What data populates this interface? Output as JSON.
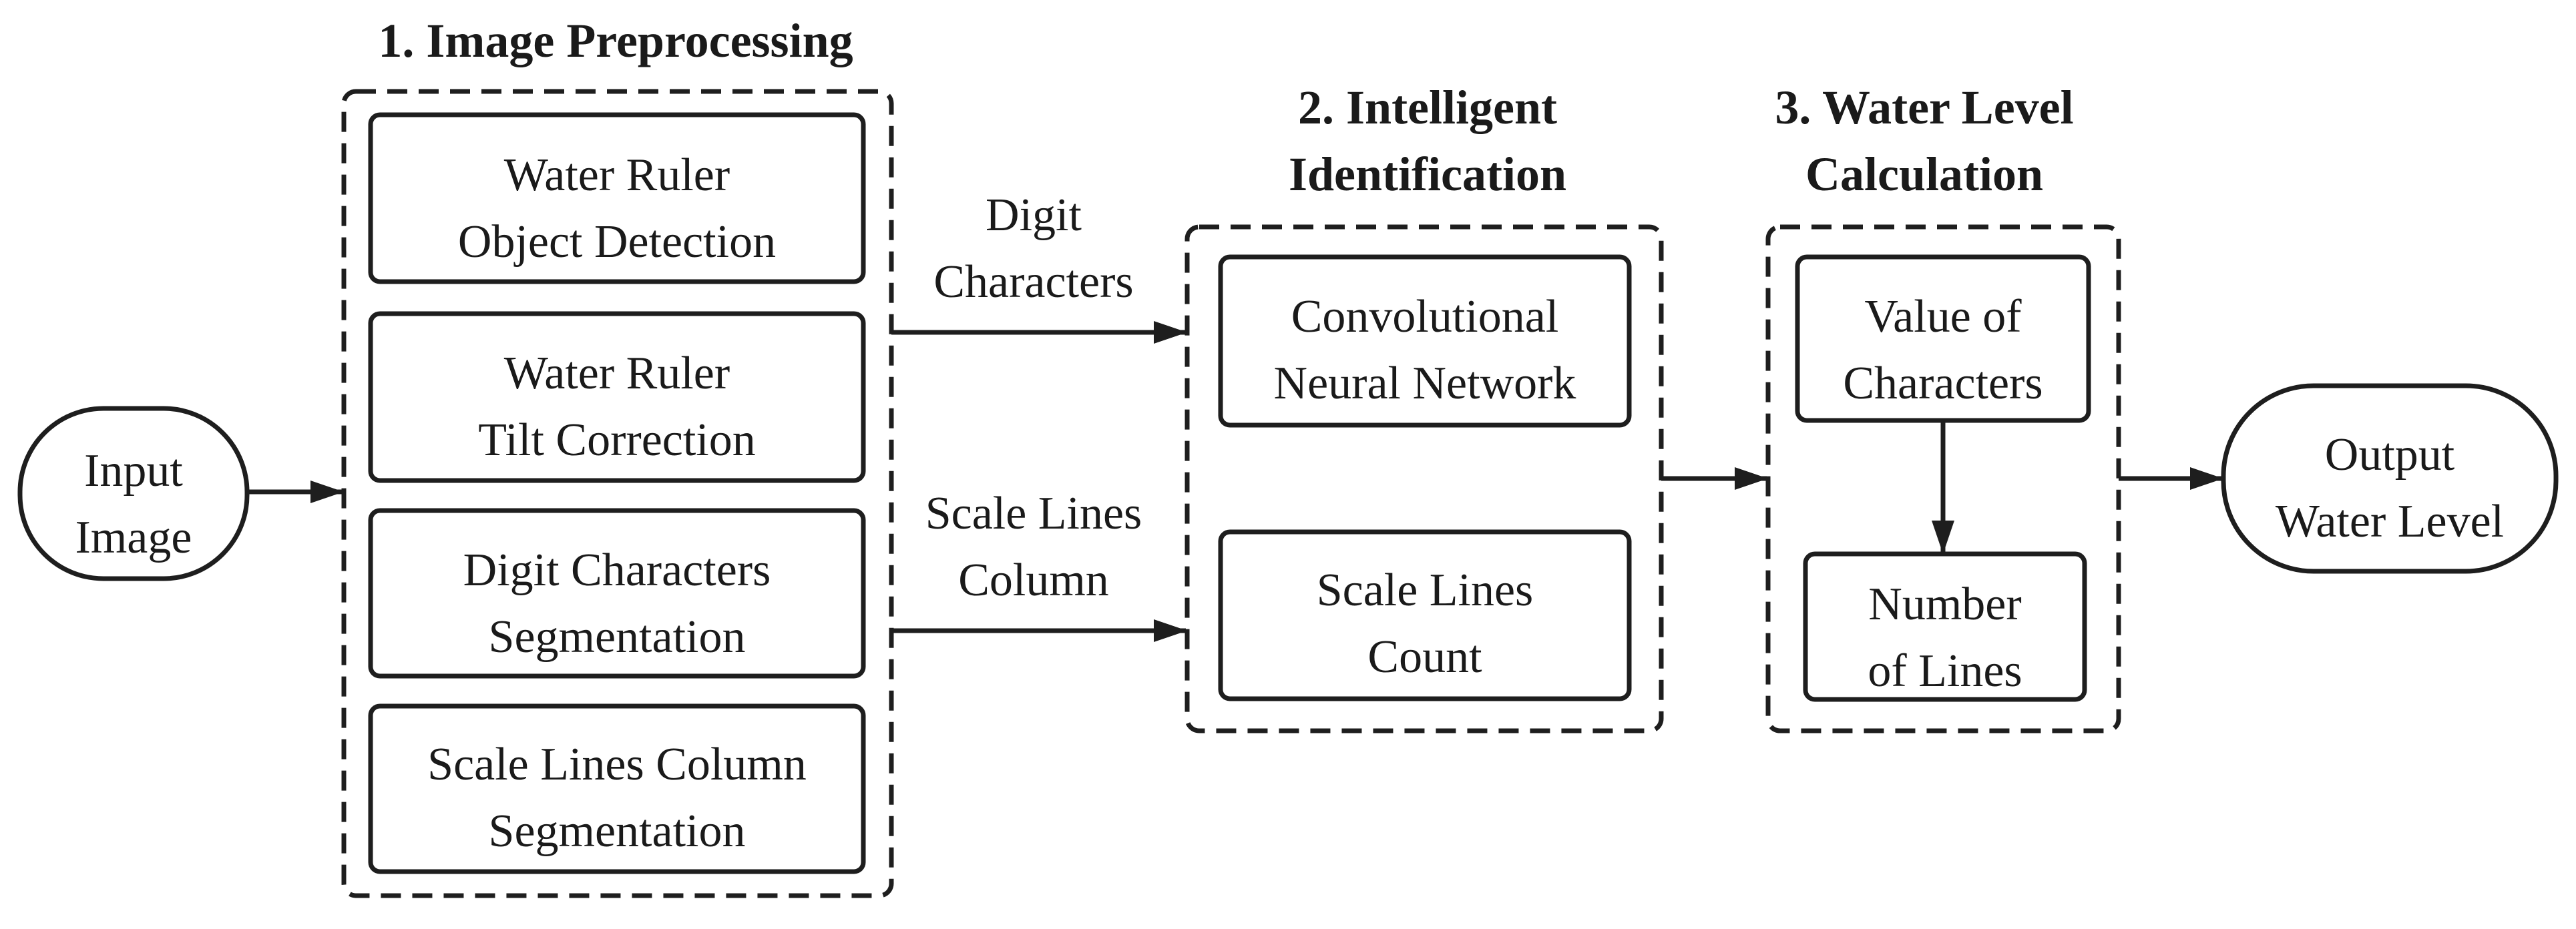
{
  "input_node": [
    "Input",
    "Image"
  ],
  "output_node": [
    "Output",
    "Water Level"
  ],
  "stage1": {
    "title": "1. Image Preprocessing",
    "steps": [
      [
        "Water Ruler",
        "Object Detection"
      ],
      [
        "Water Ruler",
        "Tilt Correction"
      ],
      [
        "Digit Characters",
        "Segmentation"
      ],
      [
        "Scale Lines Column",
        "Segmentation"
      ]
    ]
  },
  "stage2": {
    "title": [
      "2. Intelligent",
      "Identification"
    ],
    "steps": [
      [
        "Convolutional",
        "Neural Network"
      ],
      [
        "Scale Lines",
        "Count"
      ]
    ]
  },
  "stage3": {
    "title": [
      "3. Water Level",
      "Calculation"
    ],
    "steps": [
      [
        "Value of",
        "Characters"
      ],
      [
        "Number",
        "of Lines"
      ]
    ]
  },
  "edge_labels": {
    "digits": [
      "Digit",
      "Characters"
    ],
    "scale": [
      "Scale Lines",
      "Column"
    ]
  }
}
